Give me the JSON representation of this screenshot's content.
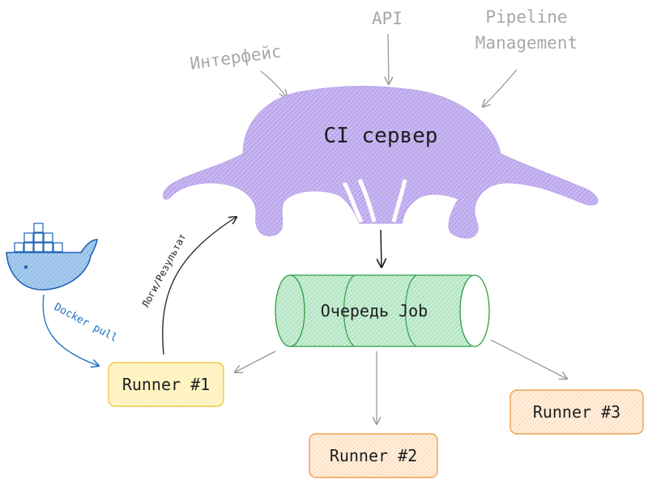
{
  "inputs": {
    "interface": "Интерфейс",
    "api": "API",
    "pipeline_line1": "Pipeline",
    "pipeline_line2": "Management"
  },
  "server": {
    "label": "CI сервер",
    "color": "#b9a6e9"
  },
  "queue": {
    "label": "Очередь Job",
    "color": "#b9e6c8",
    "stroke": "#2f9e44"
  },
  "runners": [
    {
      "label": "Runner #1",
      "fill": "#fff3bf",
      "stroke": "#f0c94a"
    },
    {
      "label": "Runner #2",
      "fill": "#ffe8cc",
      "stroke": "#f0a050"
    },
    {
      "label": "Runner #3",
      "fill": "#ffe8cc",
      "stroke": "#f0a050"
    }
  ],
  "edges": {
    "docker_pull": "Docker pull",
    "logs_results": "Логи/Результат"
  },
  "docker": {
    "color": "#1d63b8",
    "body": "#6fa8dc"
  }
}
